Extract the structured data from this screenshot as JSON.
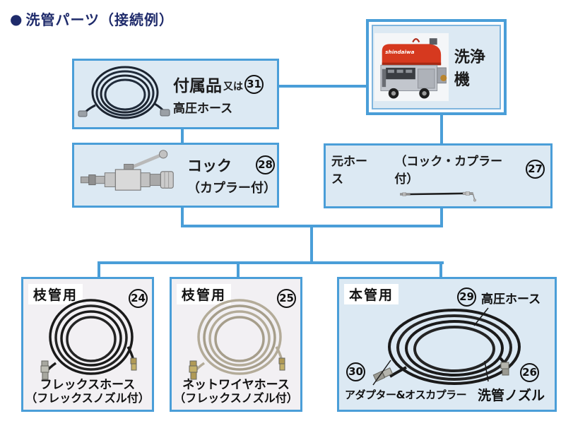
{
  "title": {
    "bullet": "●",
    "text": "洗管パーツ（接続例）"
  },
  "washer": {
    "label": "洗浄機",
    "brand": "shindaiwa"
  },
  "accessory": {
    "name": "付属品",
    "suffix": "又は",
    "num": "31",
    "line2": "高圧ホース"
  },
  "cock": {
    "name": "コック",
    "num": "28",
    "sub": "（カプラー付）"
  },
  "main_hose": {
    "name": "元ホース",
    "sub": "（コック・カプラー付）",
    "num": "27"
  },
  "branch1": {
    "tag": "枝管用",
    "num": "24",
    "caption1": "フレックスホース",
    "caption2": "（フレックスノズル付）"
  },
  "branch2": {
    "tag": "枝管用",
    "num": "25",
    "caption1": "ネットワイヤホース",
    "caption2": "（フレックスノズル付）"
  },
  "main_pipe": {
    "tag": "本管用",
    "hose_num": "29",
    "hose_label": "高圧ホース",
    "adapter_num": "30",
    "adapter_label": "アダプター&オスカプラー",
    "nozzle_num": "26",
    "nozzle_label": "洗管ノズル"
  },
  "colors": {
    "connector_blue": "#4a9ed8",
    "panel_blue": "#dce9f3",
    "panel_gray": "#f2f0f3",
    "title_navy": "#1f2b6b"
  }
}
